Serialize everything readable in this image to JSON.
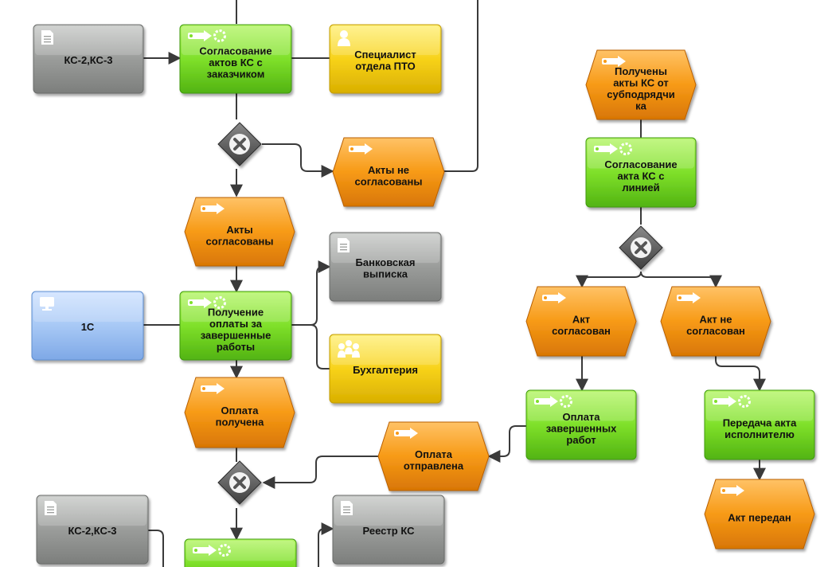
{
  "colors": {
    "function": "#7fe02a",
    "event": "#f79a16",
    "role": "#f7d21a",
    "document": "#9a9c9a",
    "system": "#8fb8f0",
    "connector": "#3a3a3a",
    "gateway": "#555555"
  },
  "nodes": [
    {
      "id": "doc1",
      "kind": "document",
      "icon": "document-icon",
      "lines": [
        "КС-2,КС-3"
      ]
    },
    {
      "id": "fn1",
      "kind": "function",
      "icon": "function-icon",
      "lines": [
        "Согласование",
        "актов КС с",
        "заказчиком"
      ]
    },
    {
      "id": "role1",
      "kind": "role",
      "icon": "person-icon",
      "lines": [
        "Специалист",
        "отдела ПТО"
      ]
    },
    {
      "id": "ev1",
      "kind": "event",
      "icon": "event-icon",
      "lines": [
        "Получены",
        "акты КС от",
        "субподрядчи",
        "ка"
      ]
    },
    {
      "id": "ev2",
      "kind": "event",
      "icon": "event-icon",
      "lines": [
        "Акты не",
        "согласованы"
      ]
    },
    {
      "id": "fn2",
      "kind": "function",
      "icon": "function-icon",
      "lines": [
        "Согласование",
        "акта КС с",
        "линией"
      ]
    },
    {
      "id": "ev3",
      "kind": "event",
      "icon": "event-icon",
      "lines": [
        "Акты",
        "согласованы"
      ]
    },
    {
      "id": "doc2",
      "kind": "document",
      "icon": "document-icon",
      "lines": [
        "Банковская",
        "выписка"
      ]
    },
    {
      "id": "sys1",
      "kind": "system",
      "icon": "computer-icon",
      "lines": [
        "1С"
      ]
    },
    {
      "id": "fn3",
      "kind": "function",
      "icon": "function-icon",
      "lines": [
        "Получение",
        "оплаты за",
        "завершенные",
        "работы"
      ]
    },
    {
      "id": "role2",
      "kind": "role",
      "icon": "group-icon",
      "lines": [
        "Бухгалтерия"
      ]
    },
    {
      "id": "ev4",
      "kind": "event",
      "icon": "event-icon",
      "lines": [
        "Акт",
        "согласован"
      ]
    },
    {
      "id": "ev5",
      "kind": "event",
      "icon": "event-icon",
      "lines": [
        "Акт не",
        "согласован"
      ]
    },
    {
      "id": "ev6",
      "kind": "event",
      "icon": "event-icon",
      "lines": [
        "Оплата",
        "получена"
      ]
    },
    {
      "id": "fn4",
      "kind": "function",
      "icon": "function-icon",
      "lines": [
        "Оплата",
        "завершенных",
        "работ"
      ]
    },
    {
      "id": "fn5",
      "kind": "function",
      "icon": "function-icon",
      "lines": [
        "Передача акта",
        "исполнителю"
      ]
    },
    {
      "id": "ev7",
      "kind": "event",
      "icon": "event-icon",
      "lines": [
        "Оплата",
        "отправлена"
      ]
    },
    {
      "id": "doc3",
      "kind": "document",
      "icon": "document-icon",
      "lines": [
        "КС-2,КС-3"
      ]
    },
    {
      "id": "doc4",
      "kind": "document",
      "icon": "document-icon",
      "lines": [
        "Реестр КС"
      ]
    },
    {
      "id": "ev8",
      "kind": "event",
      "icon": "event-icon",
      "lines": [
        "Акт передан"
      ]
    },
    {
      "id": "fn6",
      "kind": "function",
      "icon": "function-icon",
      "lines": []
    }
  ],
  "gateways": [
    {
      "id": "gw1",
      "icon": "xor-gateway-icon"
    },
    {
      "id": "gw2",
      "icon": "xor-gateway-icon"
    },
    {
      "id": "gw3",
      "icon": "xor-gateway-icon"
    }
  ]
}
